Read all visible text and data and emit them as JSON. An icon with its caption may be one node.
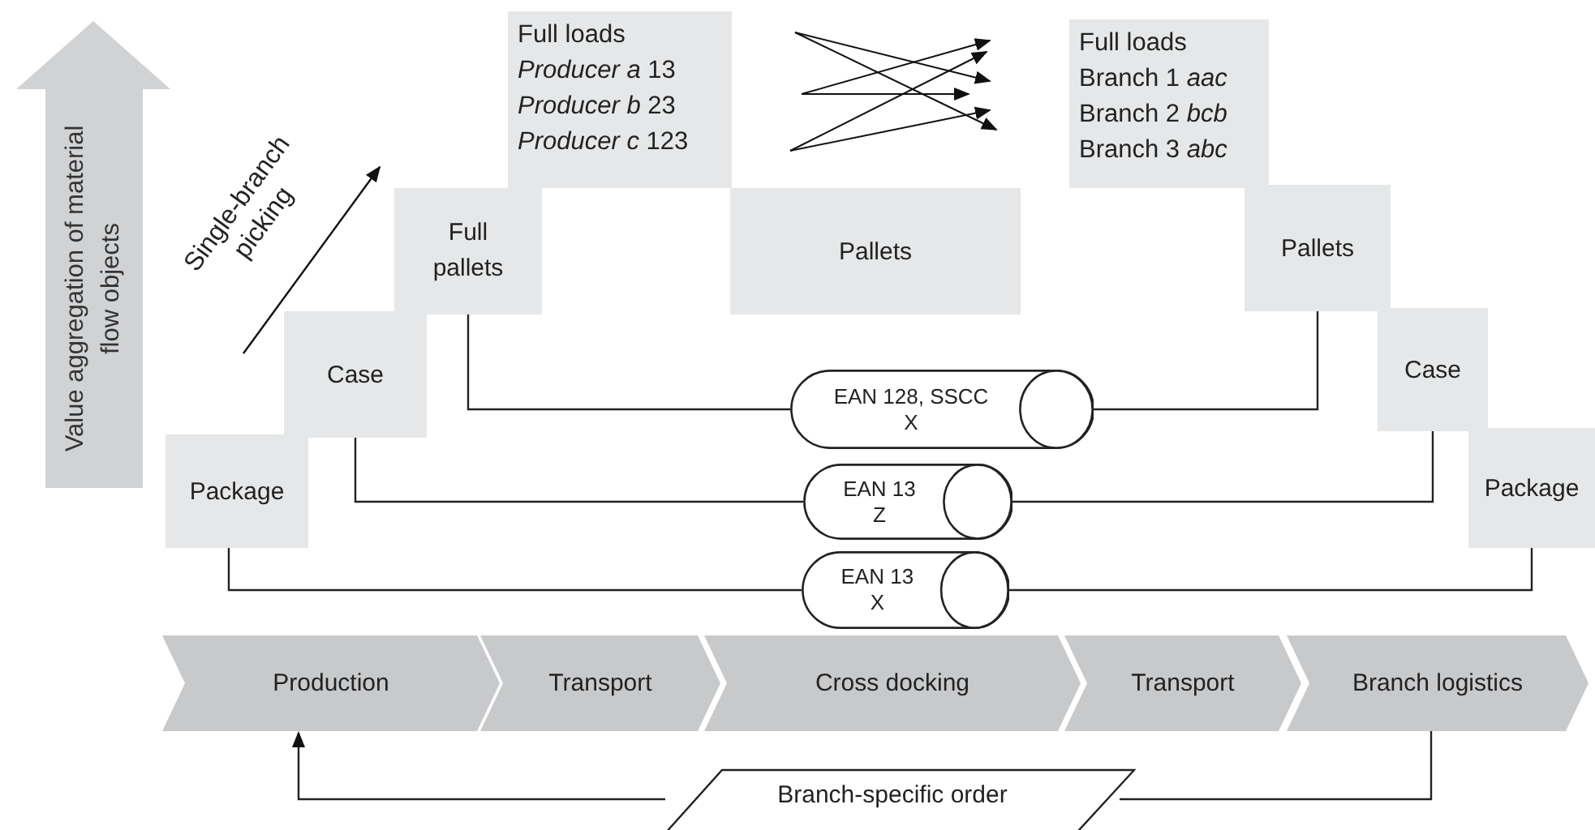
{
  "diagram": {
    "nodes": [
      {
        "text": [
          "Package"
        ]
      },
      {
        "text": [
          "Case"
        ]
      },
      {
        "text": [
          "Full pallets"
        ]
      },
      {
        "text": [
          "Full loads",
          "*Producer a* 13",
          "*Producer b* 23",
          "*Producer c* 123"
        ]
      },
      {
        "text": [
          "Pallets"
        ]
      },
      {
        "text": [
          "Full loads",
          "Branch 1 *aac*",
          "Branch 2 *bcb*",
          "Branch 3 *abc*"
        ]
      },
      {
        "text": [
          "Pallets"
        ]
      },
      {
        "text": [
          "Case"
        ]
      },
      {
        "text": [
          "Package"
        ]
      },
      {
        "text": [
          "EAN 128, SSCC",
          "X"
        ]
      },
      {
        "text": [
          "EAN 13",
          "Z"
        ]
      },
      {
        "text": [
          "EAN 13",
          "X"
        ]
      },
      {
        "text": [
          "Production"
        ]
      },
      {
        "text": [
          "Transport"
        ]
      },
      {
        "text": [
          "Cross docking"
        ]
      },
      {
        "text": [
          "Transport"
        ]
      },
      {
        "text": [
          "Branch logistics"
        ]
      },
      {
        "text": [
          "Branch-specific order"
        ]
      },
      {
        "text": [
          "Value aggregation of material flow objects"
        ]
      }
    ],
    "edges": [
      {
        "from": 2,
        "to": 9,
        "arrow": "none"
      },
      {
        "from": 9,
        "to": 6,
        "arrow": "none"
      },
      {
        "from": 1,
        "to": 10,
        "arrow": "none"
      },
      {
        "from": 10,
        "to": 7,
        "arrow": "none"
      },
      {
        "from": 0,
        "to": 11,
        "arrow": "none"
      },
      {
        "from": 11,
        "to": 8,
        "arrow": "none"
      },
      {
        "from": 16,
        "to": 17,
        "arrow": "none"
      },
      {
        "from": 17,
        "to": 12,
        "arrow": "to"
      }
    ],
    "labels": [
      "Single-branch picking"
    ]
  }
}
